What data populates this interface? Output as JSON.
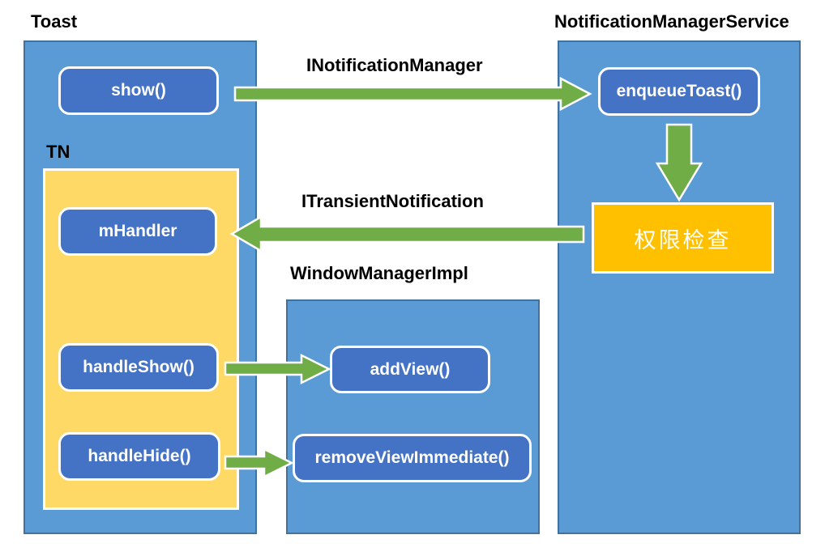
{
  "containers": {
    "toast": {
      "label": "Toast"
    },
    "tn": {
      "label": "TN"
    },
    "window_manager_impl": {
      "label": "WindowManagerImpl"
    },
    "notification_manager_service": {
      "label": "NotificationManagerService"
    }
  },
  "nodes": {
    "show": {
      "label": "show()"
    },
    "mhandler": {
      "label": "mHandler"
    },
    "handle_show": {
      "label": "handleShow()"
    },
    "handle_hide": {
      "label": "handleHide()"
    },
    "add_view": {
      "label": "addView()"
    },
    "remove_view_immediate": {
      "label": "removeViewImmediate()"
    },
    "enqueue_toast": {
      "label": "enqueueToast()"
    },
    "permission_check": {
      "label": "权限检查"
    }
  },
  "arrow_labels": {
    "inotification_manager": "INotificationManager",
    "itransient_notification": "ITransientNotification"
  },
  "colors": {
    "container_fill": "#5b9bd5",
    "container_border": "#41719c",
    "node_fill": "#4472c4",
    "node_border": "#ffffff",
    "tn_fill": "#ffd966",
    "permission_fill": "#ffc000",
    "arrow_fill": "#70ad47",
    "arrow_outline": "#ffffff",
    "caption_color": "#000000"
  }
}
